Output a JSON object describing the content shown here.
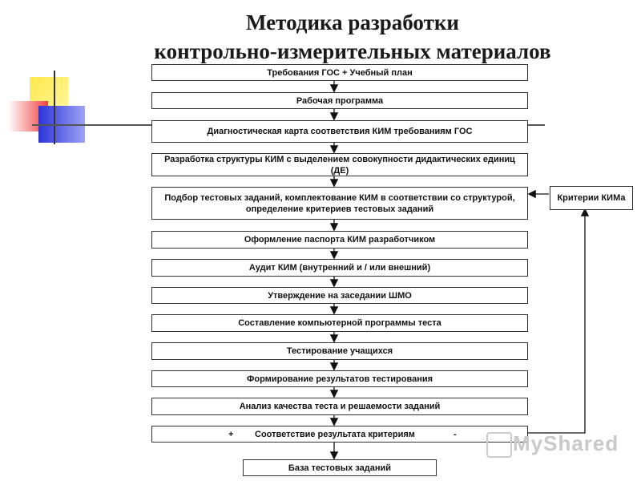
{
  "title_line1": "Методика разработки",
  "title_line2": "контрольно-измерительных материалов",
  "steps": [
    "Требования ГОС + Учебный план",
    "Рабочая программа",
    "Диагностическая карта соответствия КИМ требованиям ГОС",
    "Разработка структуры КИМ с выделением совокупности дидактических единиц (ДЕ)",
    "Подбор тестовых заданий, комплектование КИМ в соответствии со структурой, определение критериев тестовых заданий",
    "Оформление паспорта КИМ разработчиком",
    "Аудит КИМ (внутренний и / или внешний)",
    "Утверждение на заседании ШМО",
    "Составление компьютерной программы теста",
    "Тестирование учащихся",
    "Формирование результатов тестирования",
    "Анализ качества теста и решаемости заданий"
  ],
  "check_box": {
    "plus": "+",
    "text": "Соответствие результата критериям",
    "minus": "-"
  },
  "final_box": "База тестовых заданий",
  "criteria_box": "Критерии КИМа",
  "watermark": "MyShared"
}
